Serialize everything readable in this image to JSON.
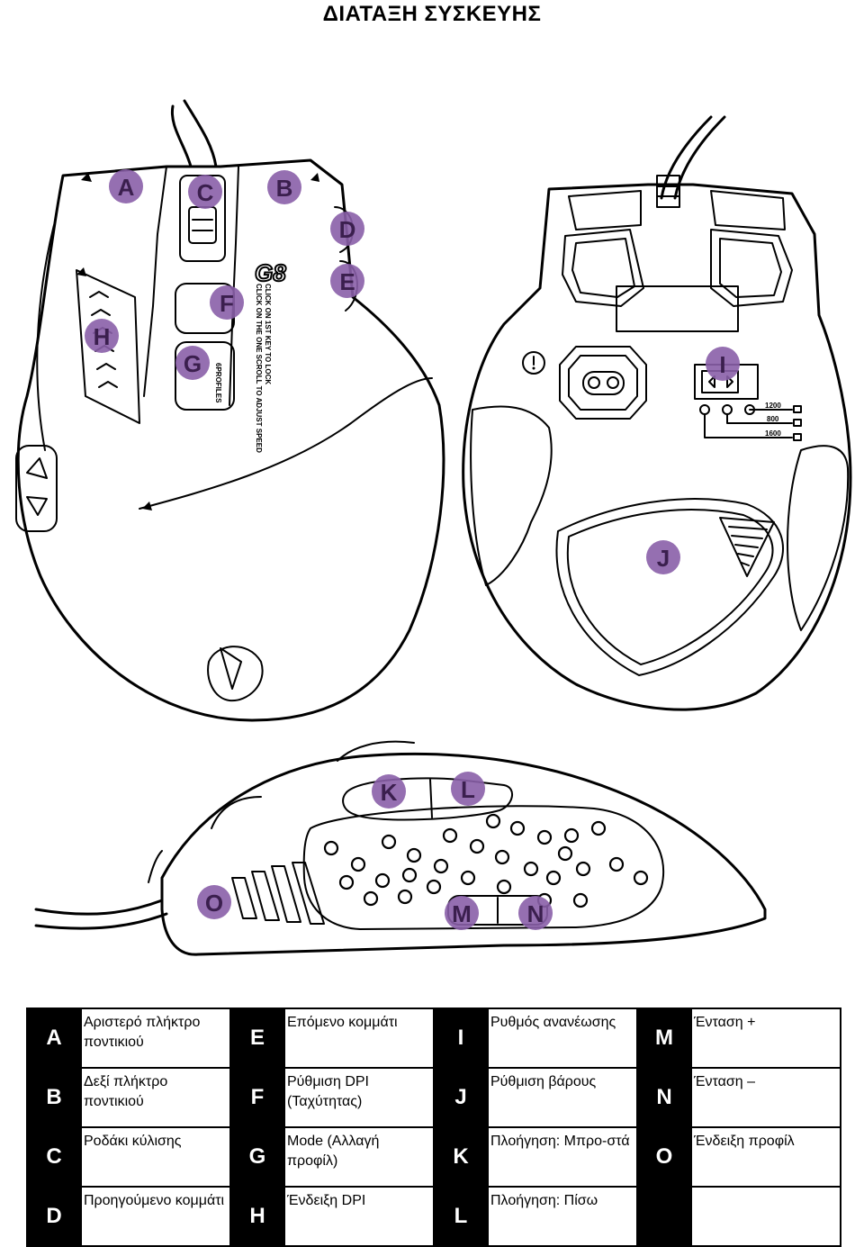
{
  "title": "ΔΙΑΤΑΞΗ ΣΥΣΚΕΥΗΣ",
  "mouse_text": {
    "model": "G8",
    "profiles": "6PROFILES",
    "side_lines": [
      "CLICK ON THE ONE SCROLL TO ADJUST SPEED",
      "CLICK ON 1ST KEY TO LOCK"
    ],
    "dpi_marks": [
      "1200",
      "800",
      "1600"
    ]
  },
  "labels": {
    "A": "A",
    "B": "B",
    "C": "C",
    "D": "D",
    "E": "E",
    "F": "F",
    "G": "G",
    "H": "H",
    "I": "I",
    "J": "J",
    "K": "K",
    "L": "L",
    "M": "M",
    "N": "N",
    "O": "O"
  },
  "colors": {
    "label_circle": "#8a5fa8",
    "label_text": "#3b1f4e"
  },
  "legend": [
    [
      {
        "key": "A",
        "text": "Αριστερό πλήκτρο ποντικιού"
      },
      {
        "key": "E",
        "text": "Επόμενο κομμάτι"
      },
      {
        "key": "I",
        "text": "Ρυθμός ανανέωσης"
      },
      {
        "key": "M",
        "text": "Ένταση +"
      }
    ],
    [
      {
        "key": "B",
        "text": "Δεξί πλήκτρο ποντικιού"
      },
      {
        "key": "F",
        "text": "Ρύθμιση DPI (Ταχύτητας)"
      },
      {
        "key": "J",
        "text": "Ρύθμιση βάρους"
      },
      {
        "key": "N",
        "text": "Ένταση –"
      }
    ],
    [
      {
        "key": "C",
        "text": "Ροδάκι κύλισης"
      },
      {
        "key": "G",
        "text": "Mode (Αλλαγή προφίλ)"
      },
      {
        "key": "K",
        "text": "Πλοήγηση: Μπρο-στά"
      },
      {
        "key": "O",
        "text": "Ένδειξη προφίλ"
      }
    ],
    [
      {
        "key": "D",
        "text": "Προηγούμενο κομμάτι"
      },
      {
        "key": "H",
        "text": "Ένδειξη DPI"
      },
      {
        "key": "L",
        "text": "Πλοήγηση: Πίσω"
      },
      {
        "key": "",
        "text": ""
      }
    ]
  ]
}
